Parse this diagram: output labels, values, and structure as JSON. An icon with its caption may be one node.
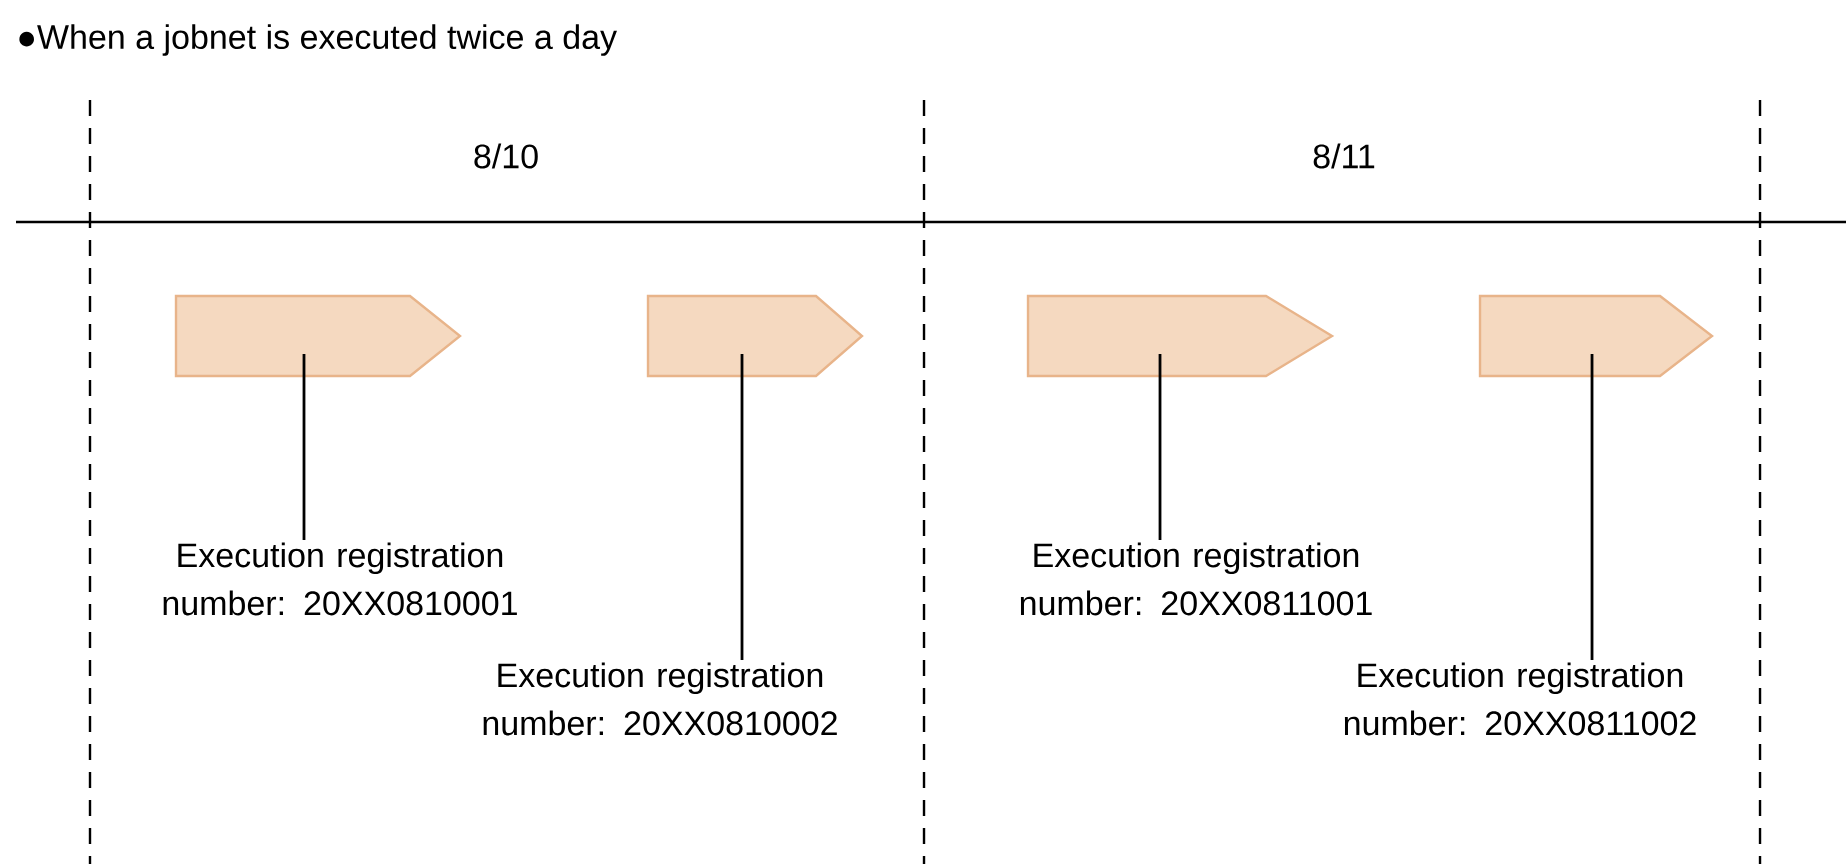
{
  "diagram": {
    "title": "●When a jobnet is executed twice a day",
    "nodes": [
      {
        "text": [],
        "shape": "arrow"
      },
      {
        "text": [],
        "shape": "arrow"
      },
      {
        "text": [],
        "shape": "arrow"
      },
      {
        "text": [],
        "shape": "arrow"
      },
      {
        "text": [
          "Execution registration number: 20XX0810001"
        ]
      },
      {
        "text": [
          "Execution registration number: 20XX0810002"
        ]
      },
      {
        "text": [
          "Execution registration number: 20XX0811001"
        ]
      },
      {
        "text": [
          "Execution registration number: 20XX0811002"
        ]
      }
    ],
    "edges": [
      {
        "from": 4,
        "to": 0,
        "arrow": "none"
      },
      {
        "from": 5,
        "to": 1,
        "arrow": "none"
      },
      {
        "from": 6,
        "to": 2,
        "arrow": "none"
      },
      {
        "from": 7,
        "to": 3,
        "arrow": "none"
      }
    ],
    "labels": [
      "8/10",
      "8/11"
    ]
  }
}
